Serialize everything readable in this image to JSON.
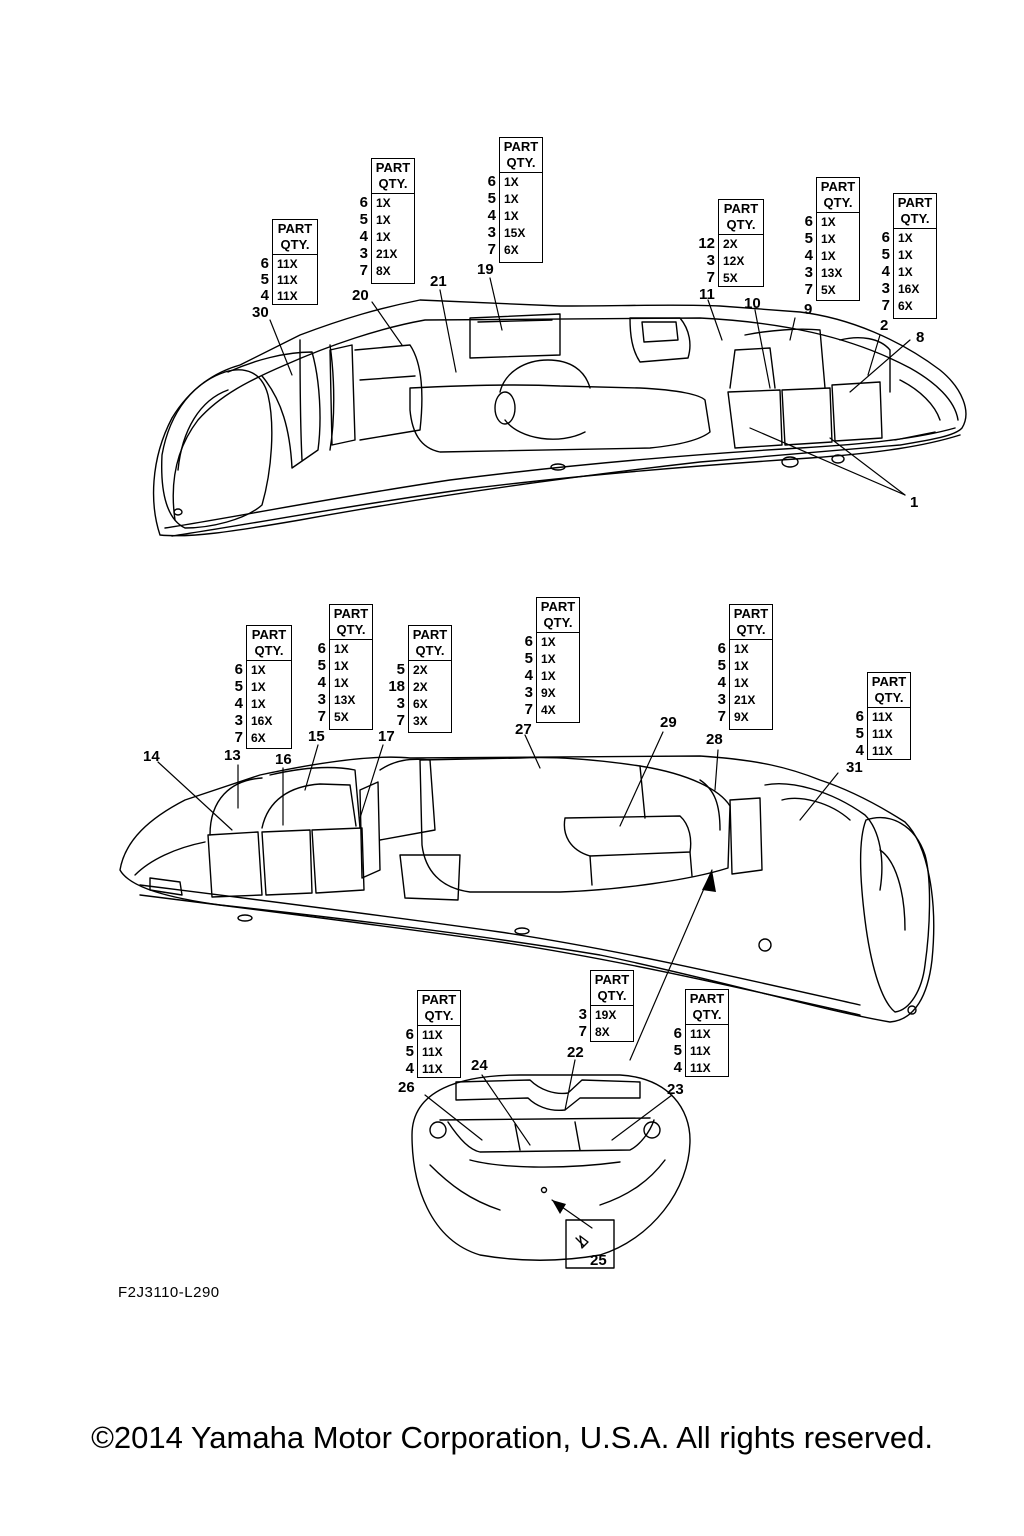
{
  "diagram_code": "F2J3110-L290",
  "copyright": "©2014 Yamaha Motor Corporation, U.S.A. All rights reserved.",
  "table_header": {
    "part": "PART",
    "qty": "QTY."
  },
  "qty_tables": [
    {
      "id": "t30",
      "rows": [
        [
          "6",
          "11X"
        ],
        [
          "5",
          "11X"
        ],
        [
          "4",
          "11X"
        ]
      ]
    },
    {
      "id": "t20",
      "rows": [
        [
          "6",
          "1X"
        ],
        [
          "5",
          "1X"
        ],
        [
          "4",
          "1X"
        ],
        [
          "3",
          "21X"
        ],
        [
          "7",
          "8X"
        ]
      ]
    },
    {
      "id": "t19",
      "rows": [
        [
          "6",
          "1X"
        ],
        [
          "5",
          "1X"
        ],
        [
          "4",
          "1X"
        ],
        [
          "3",
          "15X"
        ],
        [
          "7",
          "6X"
        ]
      ]
    },
    {
      "id": "t11",
      "rows": [
        [
          "12",
          "2X"
        ],
        [
          "3",
          "12X"
        ],
        [
          "7",
          "5X"
        ]
      ]
    },
    {
      "id": "t9",
      "rows": [
        [
          "6",
          "1X"
        ],
        [
          "5",
          "1X"
        ],
        [
          "4",
          "1X"
        ],
        [
          "3",
          "13X"
        ],
        [
          "7",
          "5X"
        ]
      ]
    },
    {
      "id": "t2",
      "rows": [
        [
          "6",
          "1X"
        ],
        [
          "5",
          "1X"
        ],
        [
          "4",
          "1X"
        ],
        [
          "3",
          "16X"
        ],
        [
          "7",
          "6X"
        ]
      ]
    },
    {
      "id": "t13",
      "rows": [
        [
          "6",
          "1X"
        ],
        [
          "5",
          "1X"
        ],
        [
          "4",
          "1X"
        ],
        [
          "3",
          "16X"
        ],
        [
          "7",
          "6X"
        ]
      ]
    },
    {
      "id": "t15",
      "rows": [
        [
          "6",
          "1X"
        ],
        [
          "5",
          "1X"
        ],
        [
          "4",
          "1X"
        ],
        [
          "3",
          "13X"
        ],
        [
          "7",
          "5X"
        ]
      ]
    },
    {
      "id": "t17",
      "rows": [
        [
          "5",
          "2X"
        ],
        [
          "18",
          "2X"
        ],
        [
          "3",
          "6X"
        ],
        [
          "7",
          "3X"
        ]
      ]
    },
    {
      "id": "t27",
      "rows": [
        [
          "6",
          "1X"
        ],
        [
          "5",
          "1X"
        ],
        [
          "4",
          "1X"
        ],
        [
          "3",
          "9X"
        ],
        [
          "7",
          "4X"
        ]
      ]
    },
    {
      "id": "t28",
      "rows": [
        [
          "6",
          "1X"
        ],
        [
          "5",
          "1X"
        ],
        [
          "4",
          "1X"
        ],
        [
          "3",
          "21X"
        ],
        [
          "7",
          "9X"
        ]
      ]
    },
    {
      "id": "t31",
      "rows": [
        [
          "6",
          "11X"
        ],
        [
          "5",
          "11X"
        ],
        [
          "4",
          "11X"
        ]
      ]
    },
    {
      "id": "t26",
      "rows": [
        [
          "6",
          "11X"
        ],
        [
          "5",
          "11X"
        ],
        [
          "4",
          "11X"
        ]
      ]
    },
    {
      "id": "t22",
      "rows": [
        [
          "3",
          "19X"
        ],
        [
          "7",
          "8X"
        ]
      ]
    },
    {
      "id": "t23",
      "rows": [
        [
          "6",
          "11X"
        ],
        [
          "5",
          "11X"
        ],
        [
          "4",
          "11X"
        ]
      ]
    }
  ],
  "callouts": [
    "30",
    "20",
    "21",
    "19",
    "11",
    "10",
    "9",
    "2",
    "8",
    "1",
    "14",
    "13",
    "16",
    "15",
    "17",
    "27",
    "29",
    "28",
    "31",
    "24",
    "26",
    "22",
    "23",
    "25"
  ]
}
